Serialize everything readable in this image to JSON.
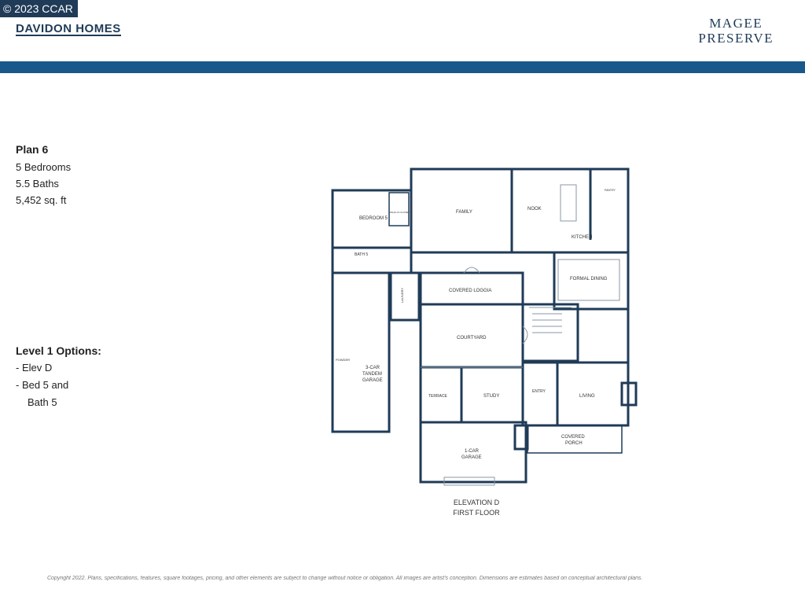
{
  "header": {
    "badge_text": "© 2023 CCAR",
    "logo_text": "DAVIDON HOMES",
    "community_line1": "MAGEE",
    "community_line2": "PRESERVE",
    "band_color": "#18588a"
  },
  "plan_info": {
    "name": "Plan 6",
    "bedrooms": "5 Bedrooms",
    "baths": "5.5 Baths",
    "sqft": "5,452 sq. ft"
  },
  "options": {
    "title": "Level 1 Options:",
    "item1": "- Elev D",
    "item2": "- Bed 5 and",
    "item2_cont": "Bath 5"
  },
  "floorplan": {
    "rooms": {
      "bedroom5": "BEDROOM 5",
      "walkin_closet": "WALK-IN CLOSET",
      "bath5": "BATH 5",
      "family": "FAMILY",
      "nook": "NOOK",
      "kitchen": "KITCHEN",
      "pantry": "PANTRY",
      "formal_dining": "FORMAL DINING",
      "laundry": "LAUNDRY",
      "covered_loggia": "COVERED LOGGIA",
      "courtyard": "COURTYARD",
      "powder": "POWDER",
      "tandem_garage_l1": "3-CAR",
      "tandem_garage_l2": "TANDEM",
      "tandem_garage_l3": "GARAGE",
      "terrace": "TERRACE",
      "study": "STUDY",
      "entry": "ENTRY",
      "living": "LIVING",
      "covered_porch_l1": "COVERED",
      "covered_porch_l2": "PORCH",
      "one_car_garage_l1": "1-CAR",
      "one_car_garage_l2": "GARAGE"
    },
    "caption_line1": "ELEVATION D",
    "caption_line2": "FIRST FLOOR"
  },
  "footer": {
    "copyright": "Copyright 2022. Plans, specifications, features, square footages, pricing, and other elements are subject to change without notice or obligation. All images are artist's conception. Dimensions are estimates based on conceptual architectural plans."
  }
}
